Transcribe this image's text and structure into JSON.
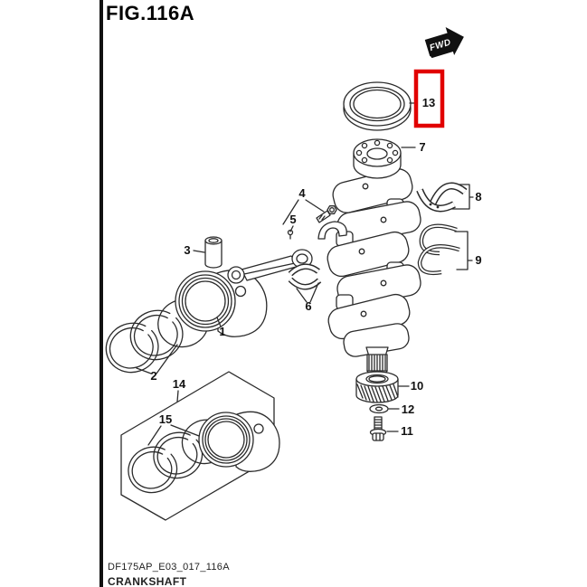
{
  "figure": {
    "title": "FIG.116A",
    "drawing_code": "DF175AP_E03_017_116A",
    "drawing_caption": "CRANKSHAFT",
    "fwd_label": "FWD"
  },
  "highlight": {
    "box_color": "#e10000",
    "highlighted_part": "13"
  },
  "colors": {
    "line": "#2b2b2b",
    "background": "#ffffff"
  },
  "callout_labels": [
    "1",
    "2",
    "3",
    "4",
    "5",
    "6",
    "7",
    "8",
    "9",
    "10",
    "11",
    "12",
    "13",
    "14",
    "15"
  ]
}
